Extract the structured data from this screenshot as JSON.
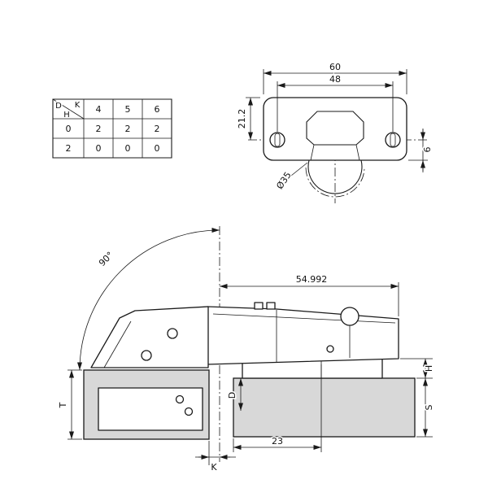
{
  "table": {
    "corner": {
      "d": "D",
      "h": "H",
      "k": "K"
    },
    "col_headers": [
      "4",
      "5",
      "6"
    ],
    "rows": [
      {
        "label": "0",
        "values": [
          "2",
          "2",
          "2"
        ]
      },
      {
        "label": "2",
        "values": [
          "0",
          "0",
          "0"
        ]
      }
    ]
  },
  "top_view": {
    "width_dim": "60",
    "hole_spacing_dim": "48",
    "height_dim": "21.2",
    "edge_dim": "6",
    "cup_diameter": "Ø35"
  },
  "side_view": {
    "opening_angle": "90°",
    "arm_length_dim": "54.992",
    "screw_distance_dim": "23",
    "door_thickness_label": "T",
    "gap_label": "K",
    "depth_label": "D",
    "plate_height_label": "H",
    "panel_label": "S"
  }
}
